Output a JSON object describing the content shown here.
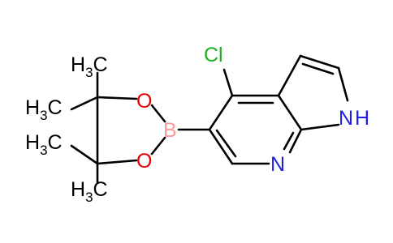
{
  "molecule": {
    "atoms": {
      "chlorine": "Cl",
      "pyridine_n": "N",
      "pyrrole_nh": "N",
      "pyrrole_h": "H",
      "boron": "B",
      "oxygen_top": "O",
      "oxygen_bottom": "O"
    },
    "methyl_groups": [
      {
        "pre": "H",
        "sub": "3",
        "post": "C"
      },
      {
        "pre": "H",
        "sub": "3",
        "post": "C"
      },
      {
        "pre": "H",
        "sub": "3",
        "post": "C"
      },
      {
        "pre": "H",
        "sub": "3",
        "post": "C"
      }
    ],
    "colors": {
      "carbon": "#000000",
      "nitrogen": "#1f1fe6",
      "oxygen": "#e60000",
      "boron": "#ff9999",
      "chlorine": "#1fb01f"
    }
  }
}
